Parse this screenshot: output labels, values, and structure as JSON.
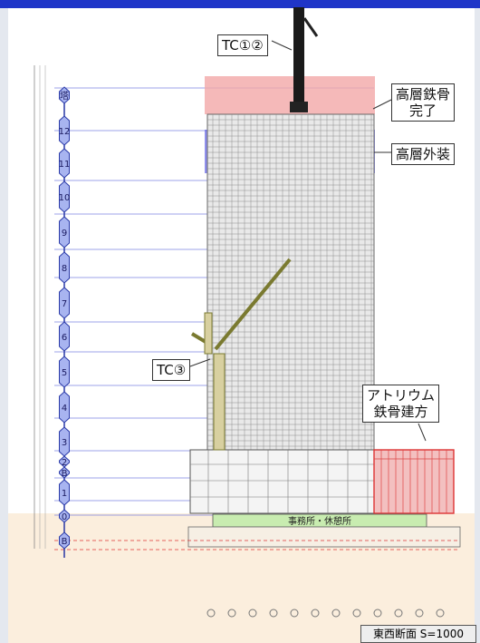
{
  "callouts": {
    "tc12": "TC①②",
    "tc3": "TC③",
    "steel_top_line1": "高層鉄骨",
    "steel_top_line2": "完了",
    "facade": "高層外装",
    "atrium_line1": "アトリウム",
    "atrium_line2": "鉄骨建方"
  },
  "office_label": "事務所・休憩所",
  "caption": "東西断面 S=1000",
  "floor_markers": [
    "塔",
    "12",
    "11",
    "10",
    "9",
    "8",
    "7",
    "6",
    "5",
    "4",
    "3",
    "2",
    "B",
    "1",
    "0",
    "B"
  ],
  "colors": {
    "blue_band": "#5a5adf",
    "red_zone": "#e66a6a",
    "crane": "#7a7a30",
    "marker": "#a8b4f0"
  }
}
